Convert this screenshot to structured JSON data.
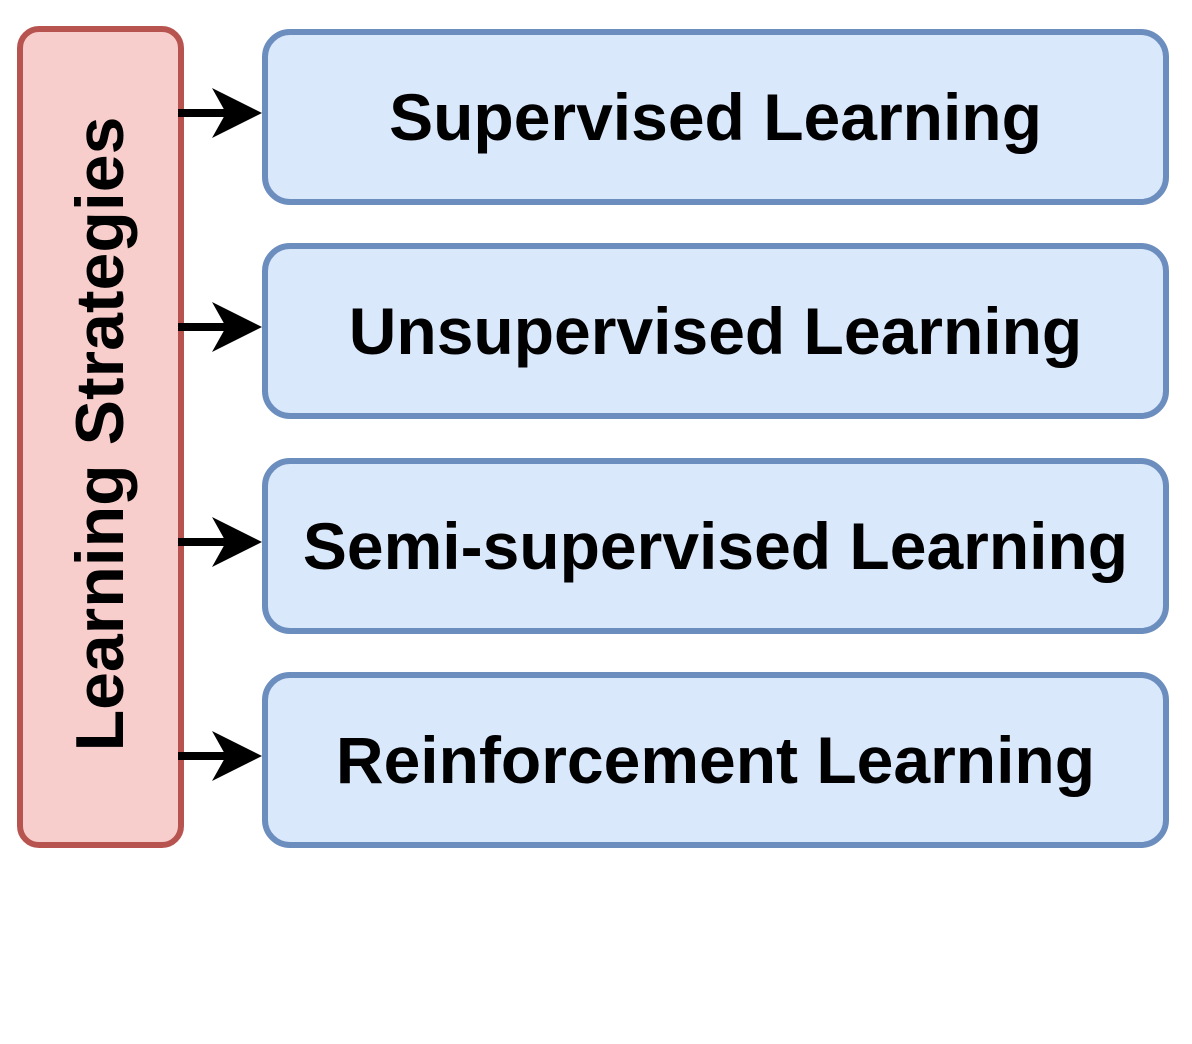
{
  "diagram": {
    "root": {
      "label": "Learning Strategies",
      "fill": "#f8cecc",
      "stroke": "#b85450"
    },
    "children": [
      {
        "label": "Supervised Learning"
      },
      {
        "label": "Unsupervised Learning"
      },
      {
        "label": "Semi-supervised Learning"
      },
      {
        "label": "Reinforcement Learning"
      }
    ],
    "child_style": {
      "fill": "#dae8fc",
      "stroke": "#6c8ebf"
    },
    "arrow_color": "#000000"
  }
}
